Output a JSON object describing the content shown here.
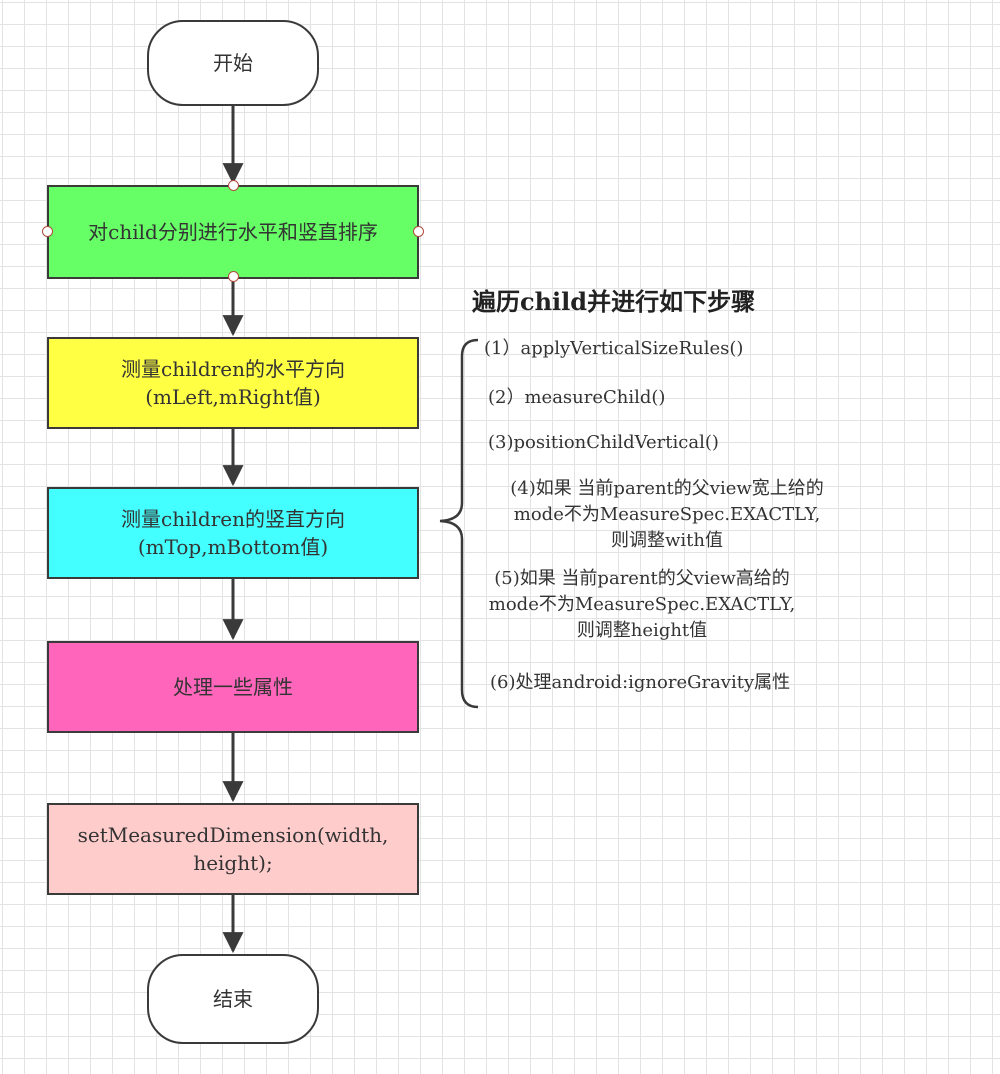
{
  "flowchart": {
    "start": "开始",
    "sort_children": "对child分别进行水平和竖直排序",
    "measure_horizontal": {
      "line1": "测量children的水平方向",
      "line2": "(mLeft,mRight值)"
    },
    "measure_vertical": {
      "line1": "测量children的竖直方向",
      "line2": "(mTop,mBottom值)"
    },
    "handle_attributes": "处理一些属性",
    "set_dimension": {
      "line1": "setMeasuredDimension(width,",
      "line2": "height);"
    },
    "end": "结束"
  },
  "annotation": {
    "title": "遍历child并进行如下步骤",
    "steps": [
      {
        "lines": [
          "(1）applyVerticalSizeRules()"
        ]
      },
      {
        "lines": [
          "(2）measureChild()"
        ]
      },
      {
        "lines": [
          "(3)positionChildVertical()"
        ]
      },
      {
        "lines": [
          "(4)如果 当前parent的父view宽上给的",
          "mode不为MeasureSpec.EXACTLY,",
          "则调整with值"
        ]
      },
      {
        "lines": [
          "(5)如果 当前parent的父view高给的",
          "mode不为MeasureSpec.EXACTLY,",
          "则调整height值"
        ]
      },
      {
        "lines": [
          "(6)处理android:ignoreGravity属性"
        ]
      }
    ]
  },
  "colors": {
    "sort_fill": "#66ff66",
    "horizontal_fill": "#ffff44",
    "vertical_fill": "#44ffff",
    "attributes_fill": "#ff66bb",
    "dimension_fill": "#ffcccc",
    "terminal_fill": "#ffffff",
    "border": "#3a3a3a"
  }
}
